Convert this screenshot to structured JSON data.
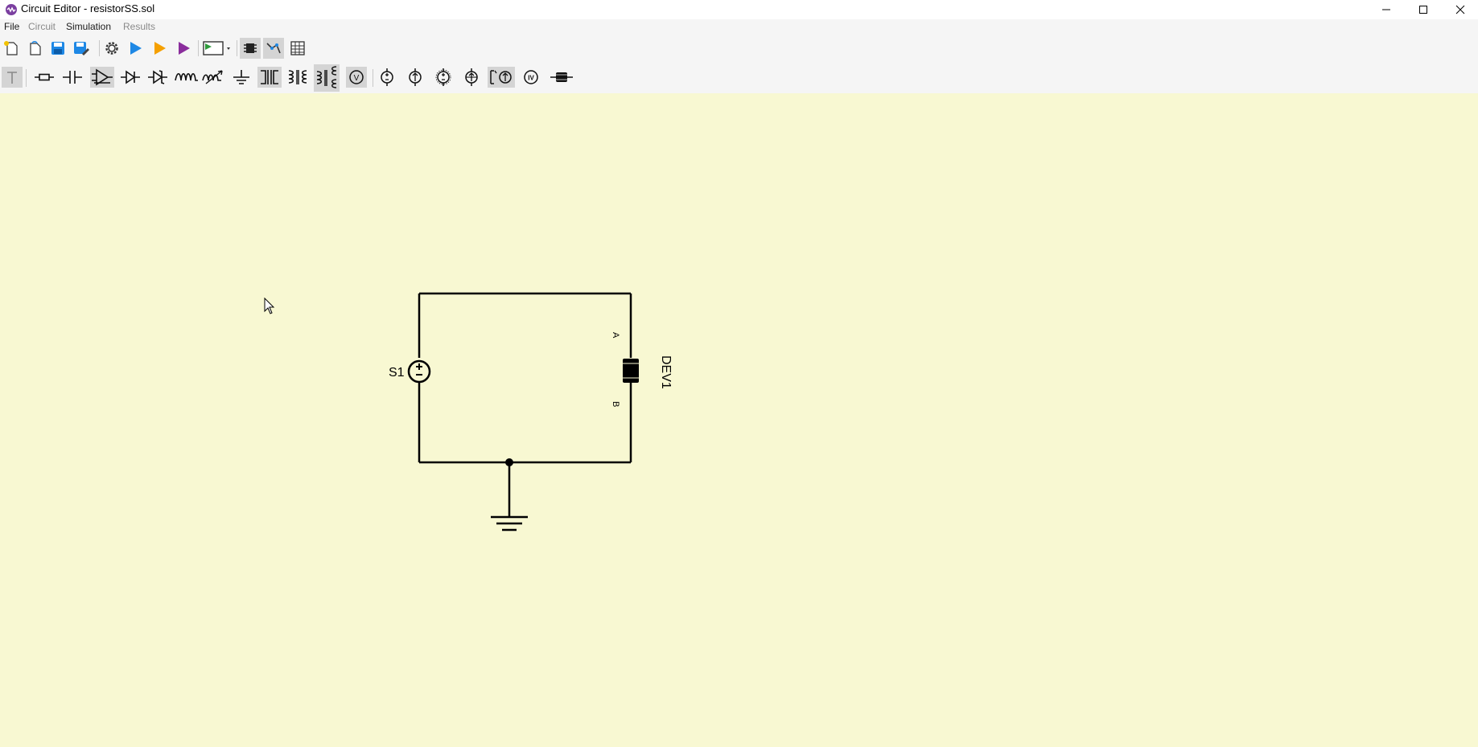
{
  "window": {
    "title": "Circuit Editor - resistorSS.sol"
  },
  "menu": {
    "file": "File",
    "circuit": "Circuit",
    "simulation": "Simulation",
    "results": "Results"
  },
  "circuit": {
    "source_label": "S1",
    "device_label": "DEV1",
    "pin_a": "A",
    "pin_b": "B"
  },
  "colors": {
    "canvas": "#f8f8d2",
    "run_blue": "#1e88e5",
    "run_orange": "#f5a000",
    "run_purple": "#8a2d9c",
    "chrome": "#f5f5f5"
  }
}
